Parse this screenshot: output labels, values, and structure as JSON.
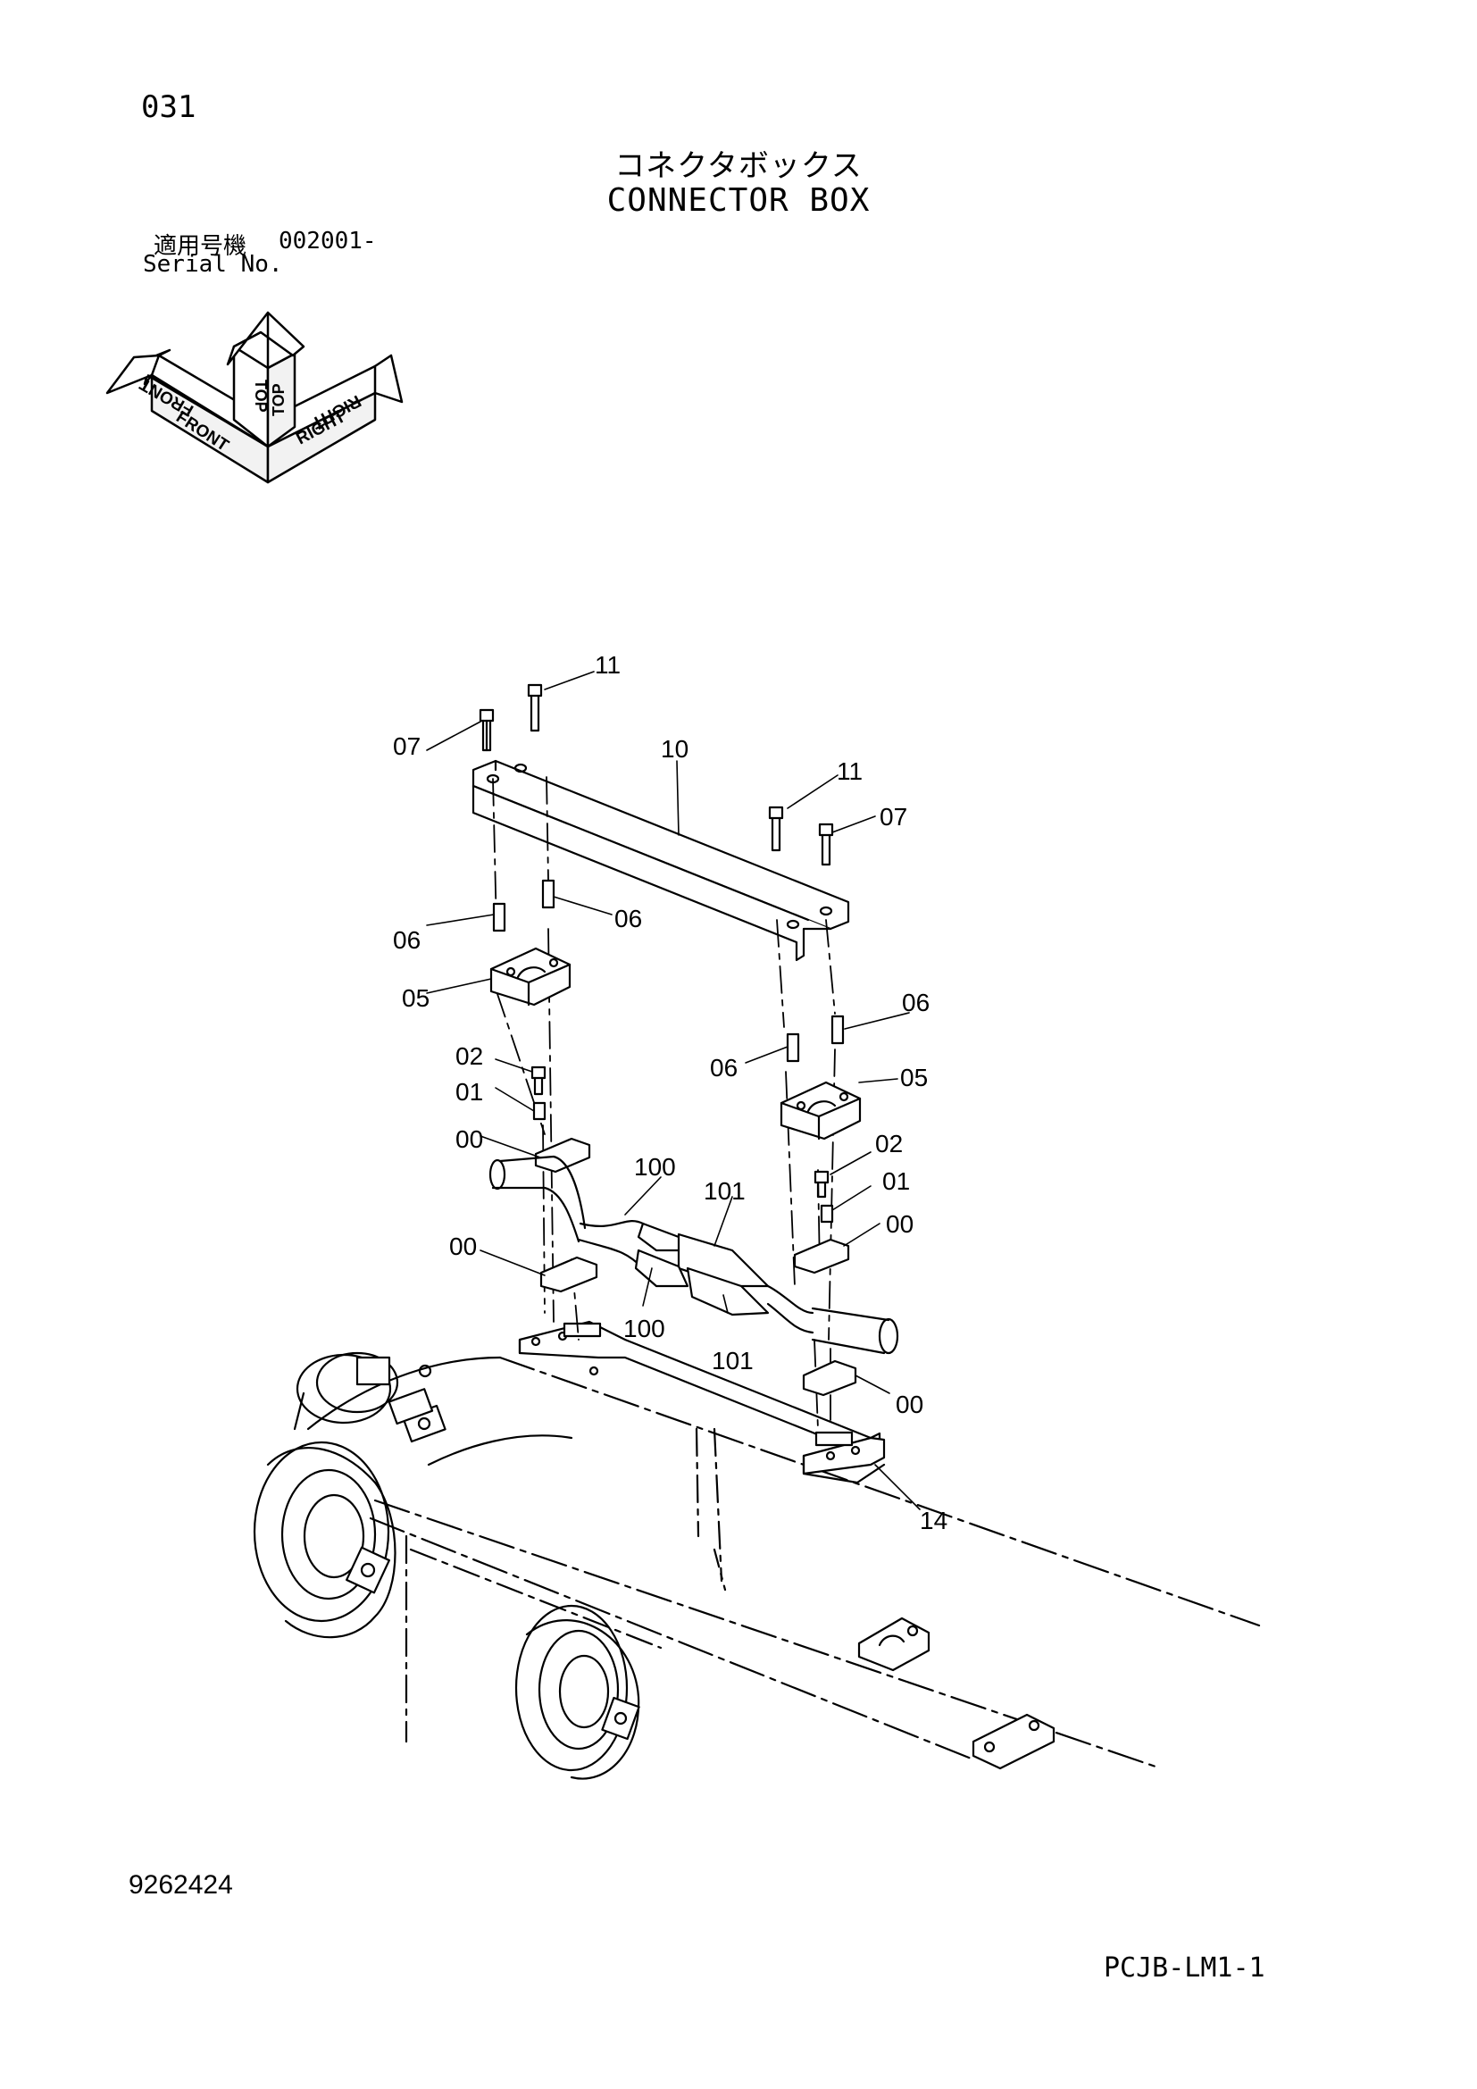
{
  "page": {
    "number": "031",
    "title_jp": "コネクタボックス",
    "title_en": "CONNECTOR BOX",
    "serial_label_jp": "適用号機",
    "serial_range": "002001-",
    "serial_label_en": "Serial No.",
    "doc_code": "9262424",
    "sheet_code": "PCJB-LM1-1"
  },
  "orientation": {
    "top": "TOP",
    "front": "FRONT",
    "right": "RIGHT"
  },
  "callouts": {
    "c07a": "07",
    "c11a": "11",
    "c10": "10",
    "c11b": "11",
    "c07b": "07",
    "c06a": "06",
    "c06b": "06",
    "c05a": "05",
    "c06c": "06",
    "c06d": "06",
    "c05b": "05",
    "c02a": "02",
    "c01a": "01",
    "c00a": "00",
    "c100a": "100",
    "c101a": "101",
    "c02b": "02",
    "c01b": "01",
    "c00b": "00",
    "c00c": "00",
    "c100b": "100",
    "c101b": "101",
    "c00d": "00",
    "c14": "14"
  },
  "colors": {
    "ink": "#000000",
    "paper": "#ffffff",
    "shade": "#9a9a9a"
  }
}
